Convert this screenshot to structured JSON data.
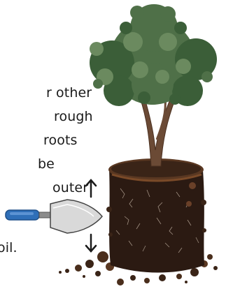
{
  "text_lines": [
    "r other",
    "rough",
    "roots",
    "be",
    "outer",
    "oil."
  ],
  "icons": {
    "tree": "tree-icon",
    "trowel": "trowel-icon",
    "arrow_up": "arrow-up-icon",
    "arrow_down": "arrow-down-icon",
    "root_ball": "root-ball-icon"
  },
  "colors": {
    "foliage_dark": "#3b5e38",
    "foliage_mid": "#4f7048",
    "foliage_light": "#6b8a5f",
    "trunk": "#6b4a35",
    "soil_dark": "#2b1a12",
    "soil_mid": "#4a2e1c",
    "soil_rim": "#7a4a28",
    "trowel_blade": "#d9d9d9",
    "trowel_handle": "#2f6fb8"
  }
}
